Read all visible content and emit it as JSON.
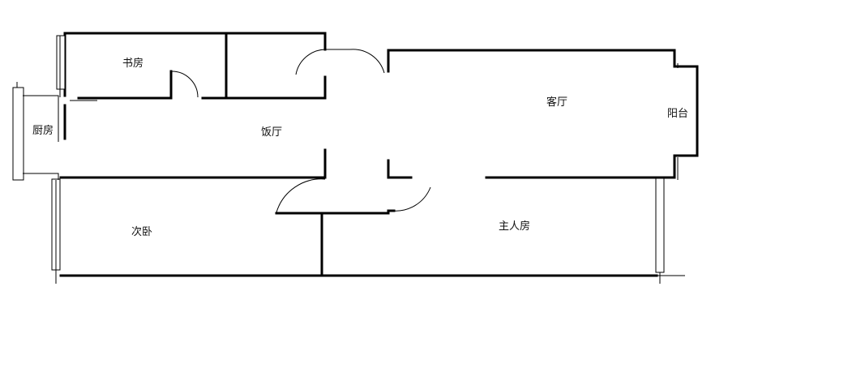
{
  "rooms": {
    "study": "书房",
    "kitchen": "厨房",
    "dining": "饭厅",
    "living": "客厅",
    "balcony": "阳台",
    "second_bedroom": "次卧",
    "master_bedroom": "主人房"
  },
  "colors": {
    "wall": "#000000",
    "background": "#ffffff"
  }
}
